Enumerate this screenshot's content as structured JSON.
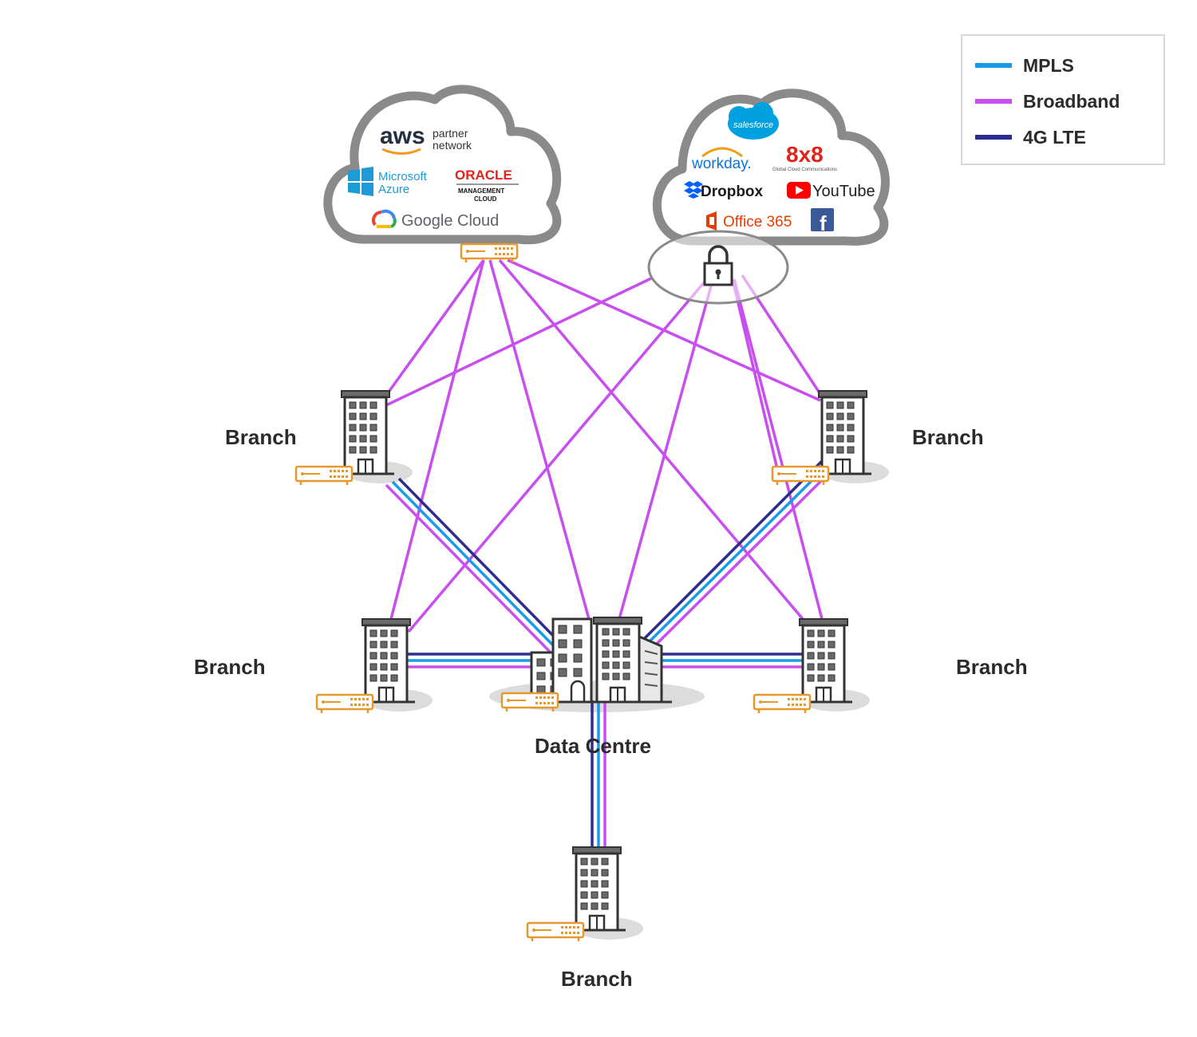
{
  "legend": {
    "items": [
      {
        "label": "MPLS",
        "color": "#1a9be8"
      },
      {
        "label": "Broadband",
        "color": "#c94ef0"
      },
      {
        "label": "4G LTE",
        "color": "#2e2c8f"
      }
    ]
  },
  "sites": {
    "branch_top_left": "Branch",
    "branch_top_right": "Branch",
    "branch_mid_left": "Branch",
    "branch_mid_right": "Branch",
    "branch_bottom": "Branch",
    "data_centre": "Data Centre"
  },
  "iaas_cloud": {
    "aws": "aws",
    "aws_partner_1": "partner",
    "aws_partner_2": "network",
    "azure_1": "Microsoft",
    "azure_2": "Azure",
    "oracle": "ORACLE",
    "oracle_sub_1": "MANAGEMENT",
    "oracle_sub_2": "CLOUD",
    "google": "Google Cloud"
  },
  "saas_cloud": {
    "salesforce": "salesforce",
    "workday": "workday.",
    "eightbyeight": "8x8",
    "eightbyeight_sub": "Global Cloud Communications",
    "dropbox": "Dropbox",
    "youtube": "YouTube",
    "office": "Office 365",
    "facebook": "f"
  },
  "colors": {
    "mpls": "#1a9be8",
    "broadband": "#c94ef0",
    "lte": "#2e2c8f",
    "router": "#e8972b",
    "cloud_border": "#8a8a8a"
  }
}
